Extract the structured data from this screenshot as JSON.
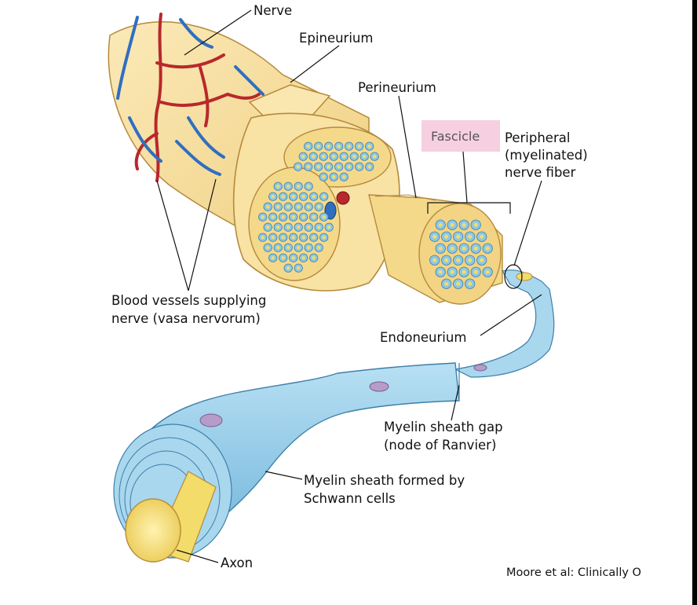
{
  "labels": {
    "nerve": "Nerve",
    "epineurium": "Epineurium",
    "perineurium": "Perineurium",
    "fascicle": "Fascicle",
    "peripheral_1": "Peripheral",
    "peripheral_2": "(myelinated)",
    "peripheral_3": "nerve fiber",
    "blood_1": "Blood vessels supplying",
    "blood_2": "nerve (vasa nervorum)",
    "endoneurium": "Endoneurium",
    "myelin_gap_1": "Myelin sheath gap",
    "myelin_gap_2": "(node of Ranvier)",
    "myelin_sheath_1": "Myelin sheath formed by",
    "myelin_sheath_2": "Schwann cells",
    "axon": "Axon"
  },
  "credit": "Moore et al: Clinically O",
  "colors": {
    "nerve_tan": "#f6dc9a",
    "nerve_outline": "#b58a3c",
    "artery_red": "#b8282c",
    "vein_blue": "#2f6fc0",
    "fiber_blue": "#9fd0ea",
    "myelin_blue": "#8cc8e6",
    "axon_yellow": "#f3dc6a",
    "fascicle_highlight": "#f6cfe0"
  }
}
